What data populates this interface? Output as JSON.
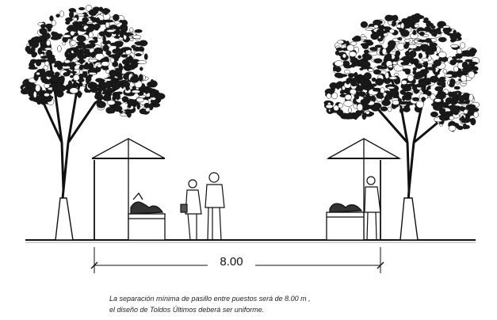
{
  "dimension": {
    "value": "8.00"
  },
  "notes": {
    "line1": "La separación mínima de pasillo entre puestos será de 8.00 m ,",
    "line2": "el diseño de Toldos Últimos deberá ser uniforme."
  },
  "colors": {
    "ink": "#111111",
    "foliage": "#1a1a1a",
    "paper": "#ffffff"
  },
  "icons": {
    "left_tree": "tree-icon",
    "right_tree": "tree-icon",
    "left_stall": "market-stall-icon",
    "right_stall": "market-stall-icon",
    "people": "person-icon"
  }
}
